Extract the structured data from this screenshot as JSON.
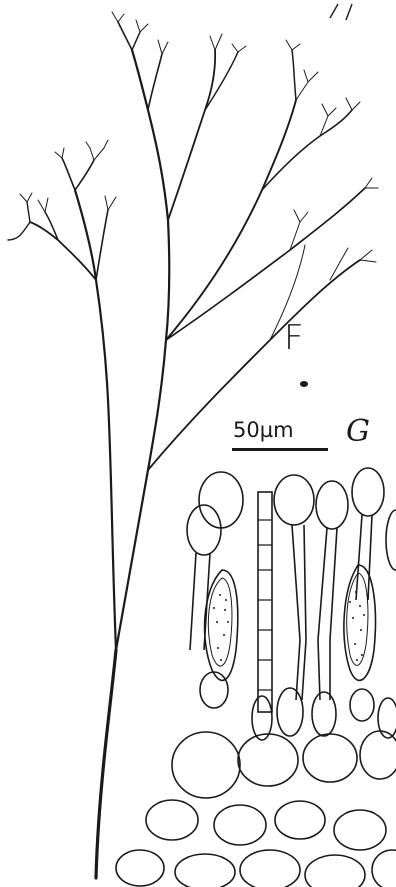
{
  "figure": {
    "label_f": "F",
    "label_g": "G",
    "scale_bar_label": "50µm"
  }
}
